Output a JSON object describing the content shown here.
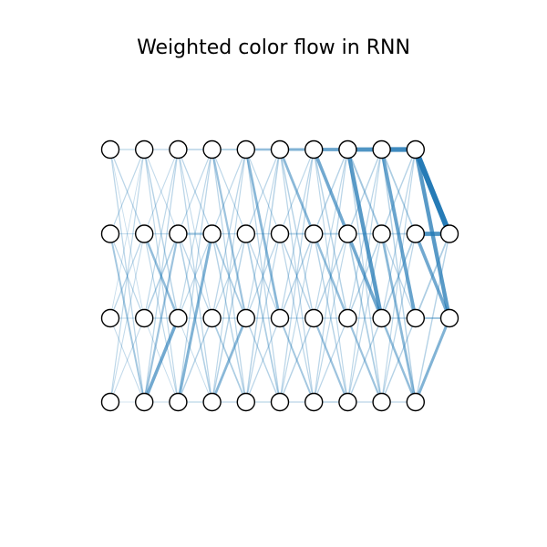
{
  "title": "Weighted color flow in RNN",
  "colors": {
    "edge": "#1f77b4",
    "node_fill": "#ffffff",
    "node_stroke": "#000000"
  },
  "network": {
    "time_steps": 10,
    "hidden_units": 4,
    "output_units": 2,
    "weights": [
      [
        [
          0.1,
          0.12,
          0.05,
          0.12
        ],
        [
          0.1,
          0.06,
          0.1,
          0.25
        ],
        [
          0.05,
          0.12,
          0.08,
          0.08
        ],
        [
          0.1,
          0.08,
          0.08,
          0.05
        ]
      ],
      [
        [
          0.12,
          0.08,
          0.15,
          0.1
        ],
        [
          0.08,
          0.12,
          0.35,
          0.1
        ],
        [
          0.1,
          0.18,
          0.1,
          0.06
        ],
        [
          0.12,
          0.3,
          0.55,
          0.08
        ]
      ],
      [
        [
          0.15,
          0.12,
          0.08,
          0.12
        ],
        [
          0.1,
          0.3,
          0.12,
          0.18
        ],
        [
          0.1,
          0.1,
          0.08,
          0.06
        ],
        [
          0.12,
          0.45,
          0.15,
          0.1
        ]
      ],
      [
        [
          0.2,
          0.1,
          0.3,
          0.12
        ],
        [
          0.1,
          0.12,
          0.2,
          0.15
        ],
        [
          0.12,
          0.1,
          0.1,
          0.2
        ],
        [
          0.1,
          0.15,
          0.4,
          0.12
        ]
      ],
      [
        [
          0.35,
          0.1,
          0.4,
          0.12
        ],
        [
          0.12,
          0.1,
          0.12,
          0.2
        ],
        [
          0.1,
          0.12,
          0.12,
          0.15
        ],
        [
          0.15,
          0.12,
          0.12,
          0.1
        ]
      ],
      [
        [
          0.45,
          0.4,
          0.15,
          0.12
        ],
        [
          0.1,
          0.2,
          0.15,
          0.12
        ],
        [
          0.12,
          0.15,
          0.12,
          0.25
        ],
        [
          0.12,
          0.1,
          0.15,
          0.12
        ]
      ],
      [
        [
          0.6,
          0.55,
          0.15,
          0.1
        ],
        [
          0.15,
          0.2,
          0.35,
          0.15
        ],
        [
          0.1,
          0.15,
          0.12,
          0.3
        ],
        [
          0.12,
          0.1,
          0.12,
          0.15
        ]
      ],
      [
        [
          0.75,
          0.25,
          0.7,
          0.12
        ],
        [
          0.15,
          0.15,
          0.55,
          0.2
        ],
        [
          0.12,
          0.15,
          0.12,
          0.3
        ],
        [
          0.1,
          0.12,
          0.15,
          0.12
        ]
      ],
      [
        [
          0.85,
          0.2,
          0.6,
          0.15
        ],
        [
          0.15,
          0.15,
          0.12,
          0.4
        ],
        [
          0.12,
          0.2,
          0.15,
          0.35
        ],
        [
          0.1,
          0.12,
          0.15,
          0.12
        ]
      ]
    ],
    "output_weights": [
      [
        1.0,
        0.7
      ],
      [
        0.75,
        0.55
      ],
      [
        0.2,
        0.25
      ],
      [
        0.15,
        0.45
      ]
    ]
  }
}
